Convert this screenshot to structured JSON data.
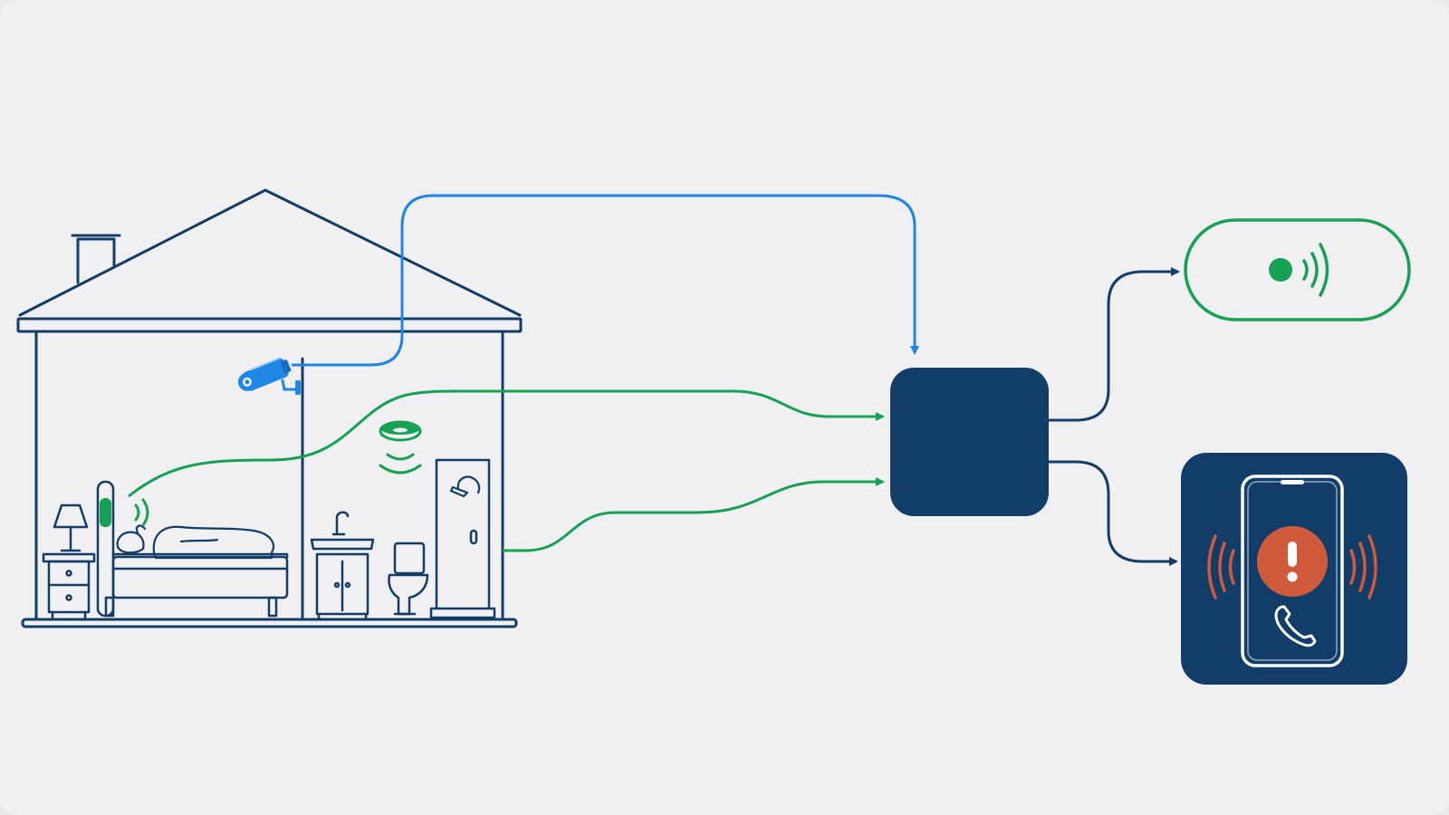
{
  "colors": {
    "background": "#f0eff1",
    "house_line": "#133d66",
    "sensor_green": "#16a155",
    "camera_blue": "#1f86e6",
    "hub_fill": "#123d68",
    "alert_orange": "#cf5a3c",
    "phone_card_fill": "#123d68",
    "white": "#ffffff"
  },
  "diagram": {
    "nodes": [
      {
        "id": "house",
        "icon": "house-cutaway-icon",
        "label": ""
      },
      {
        "id": "camera",
        "icon": "security-camera-icon",
        "label": ""
      },
      {
        "id": "bed-sensor",
        "icon": "bed-presence-sensor-icon",
        "label": ""
      },
      {
        "id": "ceiling-sensor",
        "icon": "ceiling-motion-sensor-icon",
        "label": ""
      },
      {
        "id": "door-sensor",
        "icon": "door-contact-sensor-icon",
        "label": ""
      },
      {
        "id": "hub",
        "icon": "hub-box-icon",
        "label": ""
      },
      {
        "id": "status-ok",
        "icon": "status-ok-pill-icon",
        "label": ""
      },
      {
        "id": "phone-alert",
        "icon": "phone-alert-icon",
        "label": ""
      }
    ],
    "edges": [
      {
        "from": "camera",
        "to": "hub",
        "color": "camera_blue"
      },
      {
        "from": "bed-sensor",
        "to": "hub",
        "color": "sensor_green"
      },
      {
        "from": "door-sensor",
        "to": "hub",
        "color": "sensor_green"
      },
      {
        "from": "hub",
        "to": "status-ok",
        "color": "house_line"
      },
      {
        "from": "hub",
        "to": "phone-alert",
        "color": "house_line"
      }
    ]
  }
}
